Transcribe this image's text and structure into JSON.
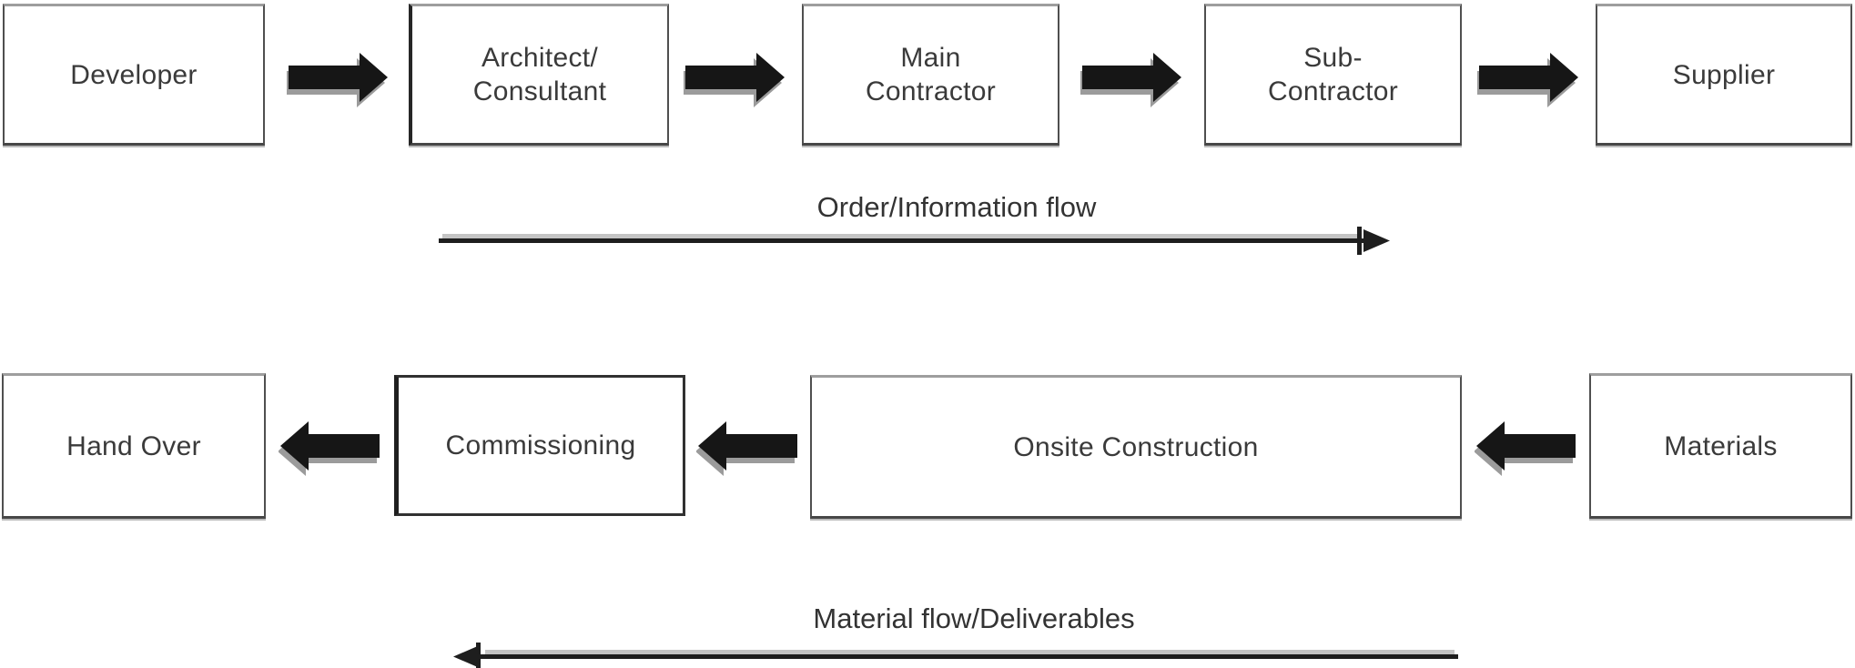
{
  "flow": {
    "top_row": {
      "boxes": [
        {
          "label": "Developer"
        },
        {
          "label": "Architect/\nConsultant"
        },
        {
          "label": "Main\nContractor"
        },
        {
          "label": "Sub-\nContractor"
        },
        {
          "label": "Supplier"
        }
      ],
      "connections": [
        {
          "from": "Developer",
          "to": "Architect/Consultant",
          "type": "block-arrow",
          "direction": "right"
        },
        {
          "from": "Architect/Consultant",
          "to": "Main Contractor",
          "type": "block-arrow",
          "direction": "right"
        },
        {
          "from": "Main Contractor",
          "to": "Sub-Contractor",
          "type": "block-arrow",
          "direction": "right"
        },
        {
          "from": "Sub-Contractor",
          "to": "Supplier",
          "type": "block-arrow",
          "direction": "right"
        }
      ]
    },
    "order_flow": {
      "label": "Order/Information flow",
      "direction": "right"
    },
    "bottom_row": {
      "boxes": [
        {
          "label": "Hand Over"
        },
        {
          "label": "Commissioning"
        },
        {
          "label": "Onsite Construction"
        },
        {
          "label": "Materials"
        }
      ],
      "connections": [
        {
          "from": "Materials",
          "to": "Onsite Construction",
          "type": "block-arrow",
          "direction": "left"
        },
        {
          "from": "Onsite Construction",
          "to": "Commissioning",
          "type": "block-arrow",
          "direction": "left"
        },
        {
          "from": "Commissioning",
          "to": "Hand Over",
          "type": "block-arrow",
          "direction": "left"
        }
      ]
    },
    "material_flow": {
      "label": "Material flow/Deliverables",
      "direction": "left"
    }
  },
  "colors": {
    "background": "#ffffff",
    "box_fill": "#ffffff",
    "box_border": "#4f4f4f",
    "text": "#3a3a3a",
    "arrow": "#161616",
    "arrow_shadow": "#9b9b9b"
  }
}
